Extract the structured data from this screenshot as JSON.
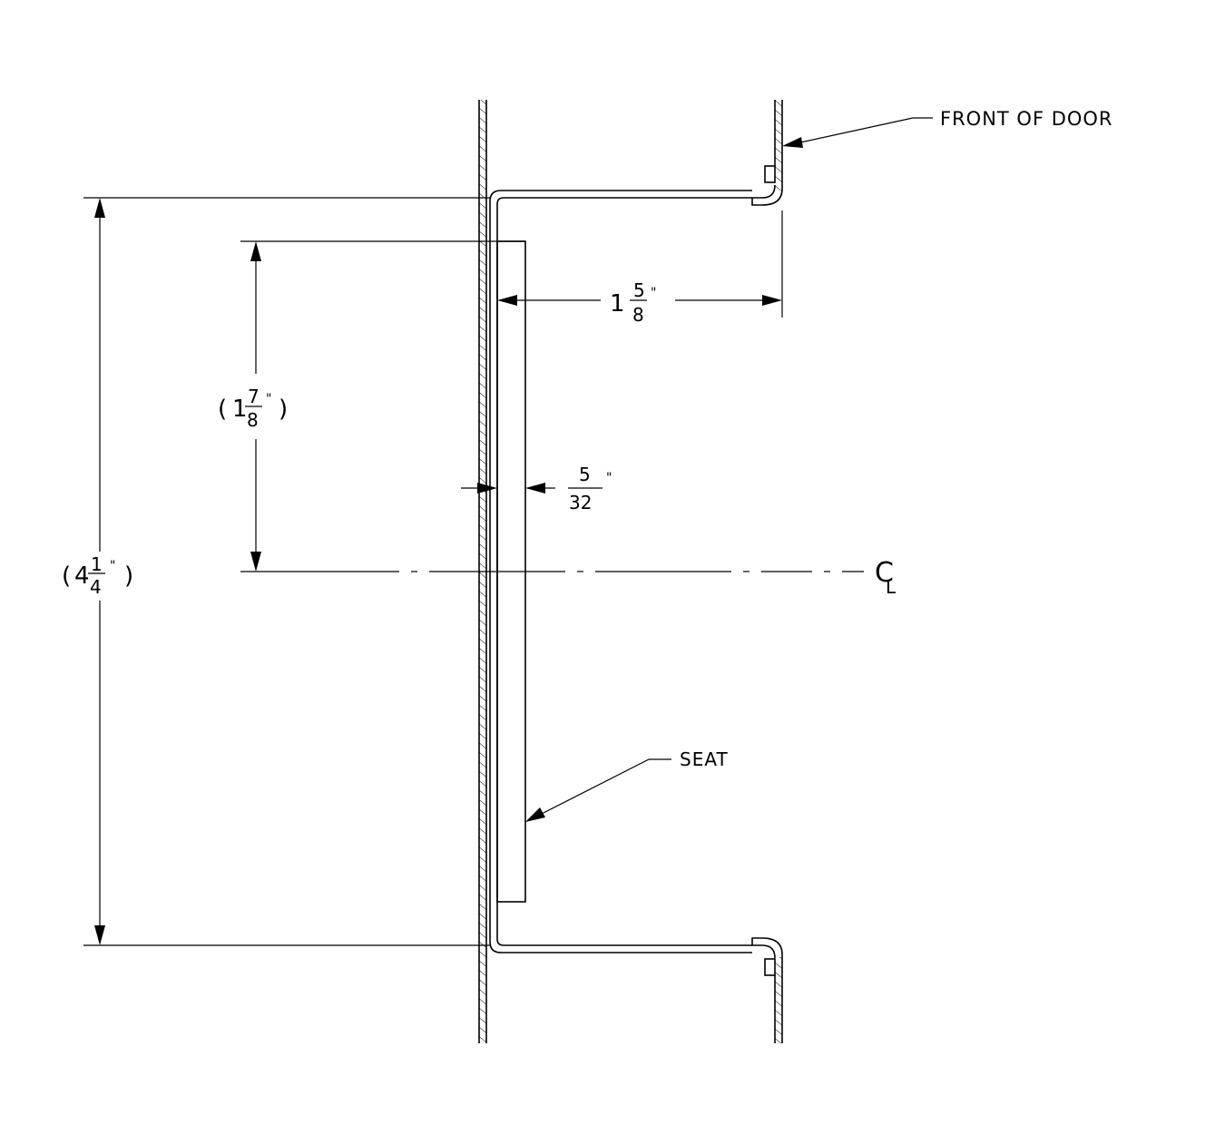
{
  "labels": {
    "front_of_door": "FRONT OF DOOR",
    "seat": "SEAT",
    "centerline_top": "C",
    "centerline_bottom": "L"
  },
  "dimensions": {
    "overall_height": {
      "open": "(",
      "whole": "4",
      "num": "1",
      "den": "4",
      "unit": "\"",
      "close": ")"
    },
    "seat_to_centerline": {
      "open": "(",
      "whole": "1",
      "num": "7",
      "den": "8",
      "unit": "\"",
      "close": ")"
    },
    "depth": {
      "whole": "1",
      "num": "5",
      "den": "8",
      "unit": "\""
    },
    "seat_thickness": {
      "num": "5",
      "den": "32",
      "unit": "\""
    }
  },
  "colors": {
    "line": "#000000",
    "background": "#ffffff"
  }
}
